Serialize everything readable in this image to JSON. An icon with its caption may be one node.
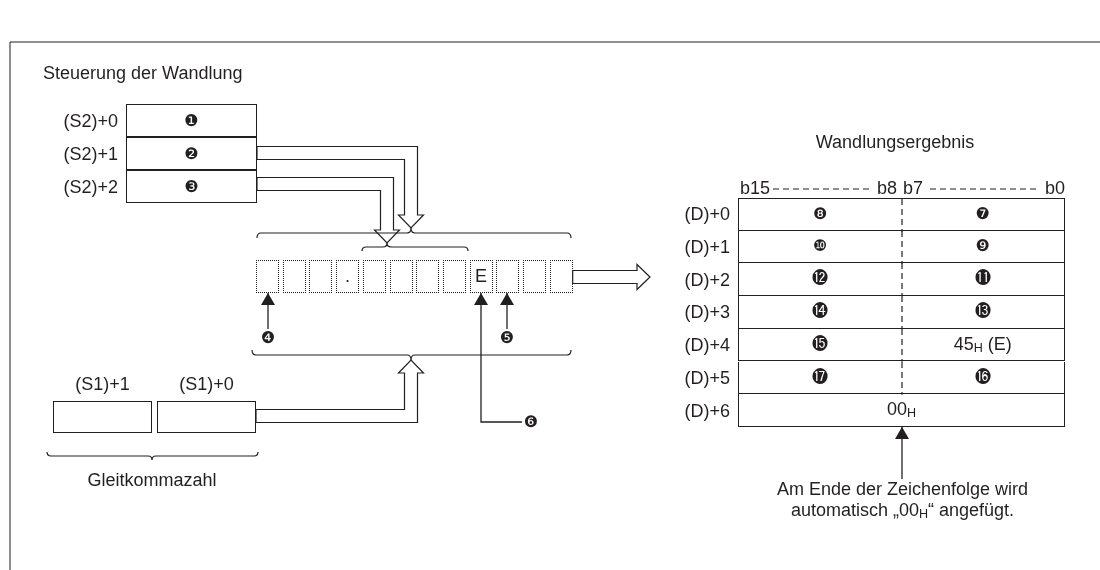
{
  "diagram": {
    "nodes": [
      {
        "text": [
          "❶"
        ],
        "beside": [
          "(S2)+0"
        ]
      },
      {
        "text": [
          "❷"
        ],
        "beside": [
          "(S2)+1"
        ]
      },
      {
        "text": [
          "❸"
        ],
        "beside": [
          "(S2)+2"
        ]
      },
      {
        "text": [],
        "shape": "box"
      },
      {
        "text": [],
        "shape": "box"
      },
      {
        "text": [],
        "shape": "box"
      },
      {
        "text": [
          "."
        ]
      },
      {
        "text": [],
        "shape": "box"
      },
      {
        "text": [],
        "shape": "box"
      },
      {
        "text": [],
        "shape": "box"
      },
      {
        "text": [],
        "shape": "box"
      },
      {
        "text": [
          "E"
        ]
      },
      {
        "text": [],
        "shape": "box"
      },
      {
        "text": [],
        "shape": "box"
      },
      {
        "text": [],
        "shape": "box"
      },
      {
        "text": [
          "❹"
        ]
      },
      {
        "text": [
          "❺"
        ]
      },
      {
        "text": [
          "❻"
        ]
      },
      {
        "text": [],
        "shape": "box",
        "beside": [
          "(S1)+1"
        ]
      },
      {
        "text": [],
        "shape": "box",
        "beside": [
          "(S1)+0"
        ]
      },
      {
        "text": [
          "❽",
          "❼"
        ],
        "beside": [
          "(D)+0"
        ]
      },
      {
        "text": [
          "❿",
          "❾"
        ],
        "beside": [
          "(D)+1"
        ]
      },
      {
        "text": [
          "⓬",
          "⓫"
        ],
        "beside": [
          "(D)+2"
        ]
      },
      {
        "text": [
          "⓮",
          "⓭"
        ],
        "beside": [
          "(D)+3"
        ]
      },
      {
        "text": [
          "⓯",
          "45$_{H}$ (E)"
        ],
        "beside": [
          "(D)+4"
        ]
      },
      {
        "text": [
          "⓱",
          "⓰"
        ],
        "beside": [
          "(D)+5"
        ]
      },
      {
        "text": [
          "00$_{H}$"
        ],
        "beside": [
          "(D)+6"
        ]
      },
      {
        "text": [
          "Am Ende der Zeichenfolge wird automatisch „00$_{H}$“ angefügt."
        ]
      },
      {
        "text": [],
        "shape": "brace"
      },
      {
        "text": [],
        "shape": "brace"
      },
      {
        "text": [],
        "shape": "brace"
      }
    ],
    "edges": [
      {
        "from": 1,
        "to": 28,
        "arrow": "to",
        "style": "thick"
      },
      {
        "from": 2,
        "to": 29,
        "arrow": "to",
        "style": "thick"
      },
      {
        "from": 19,
        "to": 30,
        "arrow": "to",
        "style": "thick"
      },
      {
        "from": 14,
        "to": 22,
        "arrow": "to",
        "style": "thick"
      },
      {
        "from": 15,
        "to": 3,
        "arrow": "to"
      },
      {
        "from": 16,
        "to": 12,
        "arrow": "to"
      },
      {
        "from": 17,
        "to": 11,
        "arrow": "to"
      },
      {
        "from": 27,
        "to": 26,
        "arrow": "to"
      }
    ],
    "labels": [
      "Steuerung der Wandlung",
      "Wandlungsergebnis",
      "b15",
      "b8",
      "b7",
      "b0",
      "Gleitkommazahl"
    ]
  }
}
